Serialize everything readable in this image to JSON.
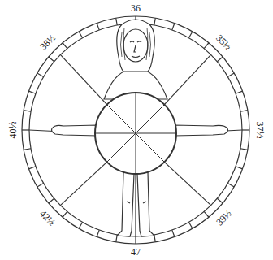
{
  "diagram": {
    "labels": [
      "36",
      "38½",
      "35½",
      "40½",
      "37½",
      "42½",
      "39½",
      "47"
    ]
  }
}
